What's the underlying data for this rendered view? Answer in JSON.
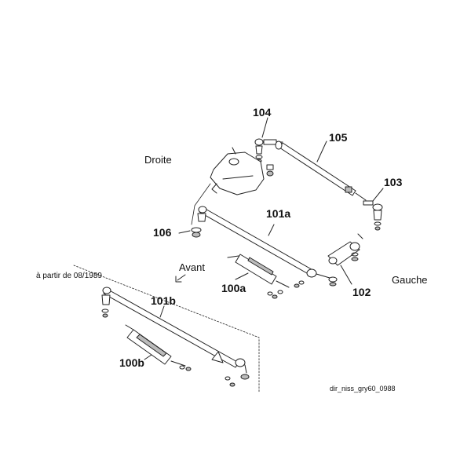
{
  "callouts": {
    "p104": "104",
    "p105": "105",
    "p103": "103",
    "p101a": "101a",
    "p106": "106",
    "p100a": "100a",
    "p102": "102",
    "p101b": "101b",
    "p100b": "100b"
  },
  "words": {
    "right": "Droite",
    "front": "Avant",
    "left": "Gauche"
  },
  "notes": {
    "from_date": "à partir de 08/1989",
    "reference": "dir_niss_gry60_0988"
  },
  "colors": {
    "line": "#222222",
    "fill": "#ffffff",
    "shade": "#bbbbbb",
    "text": "#111111"
  }
}
